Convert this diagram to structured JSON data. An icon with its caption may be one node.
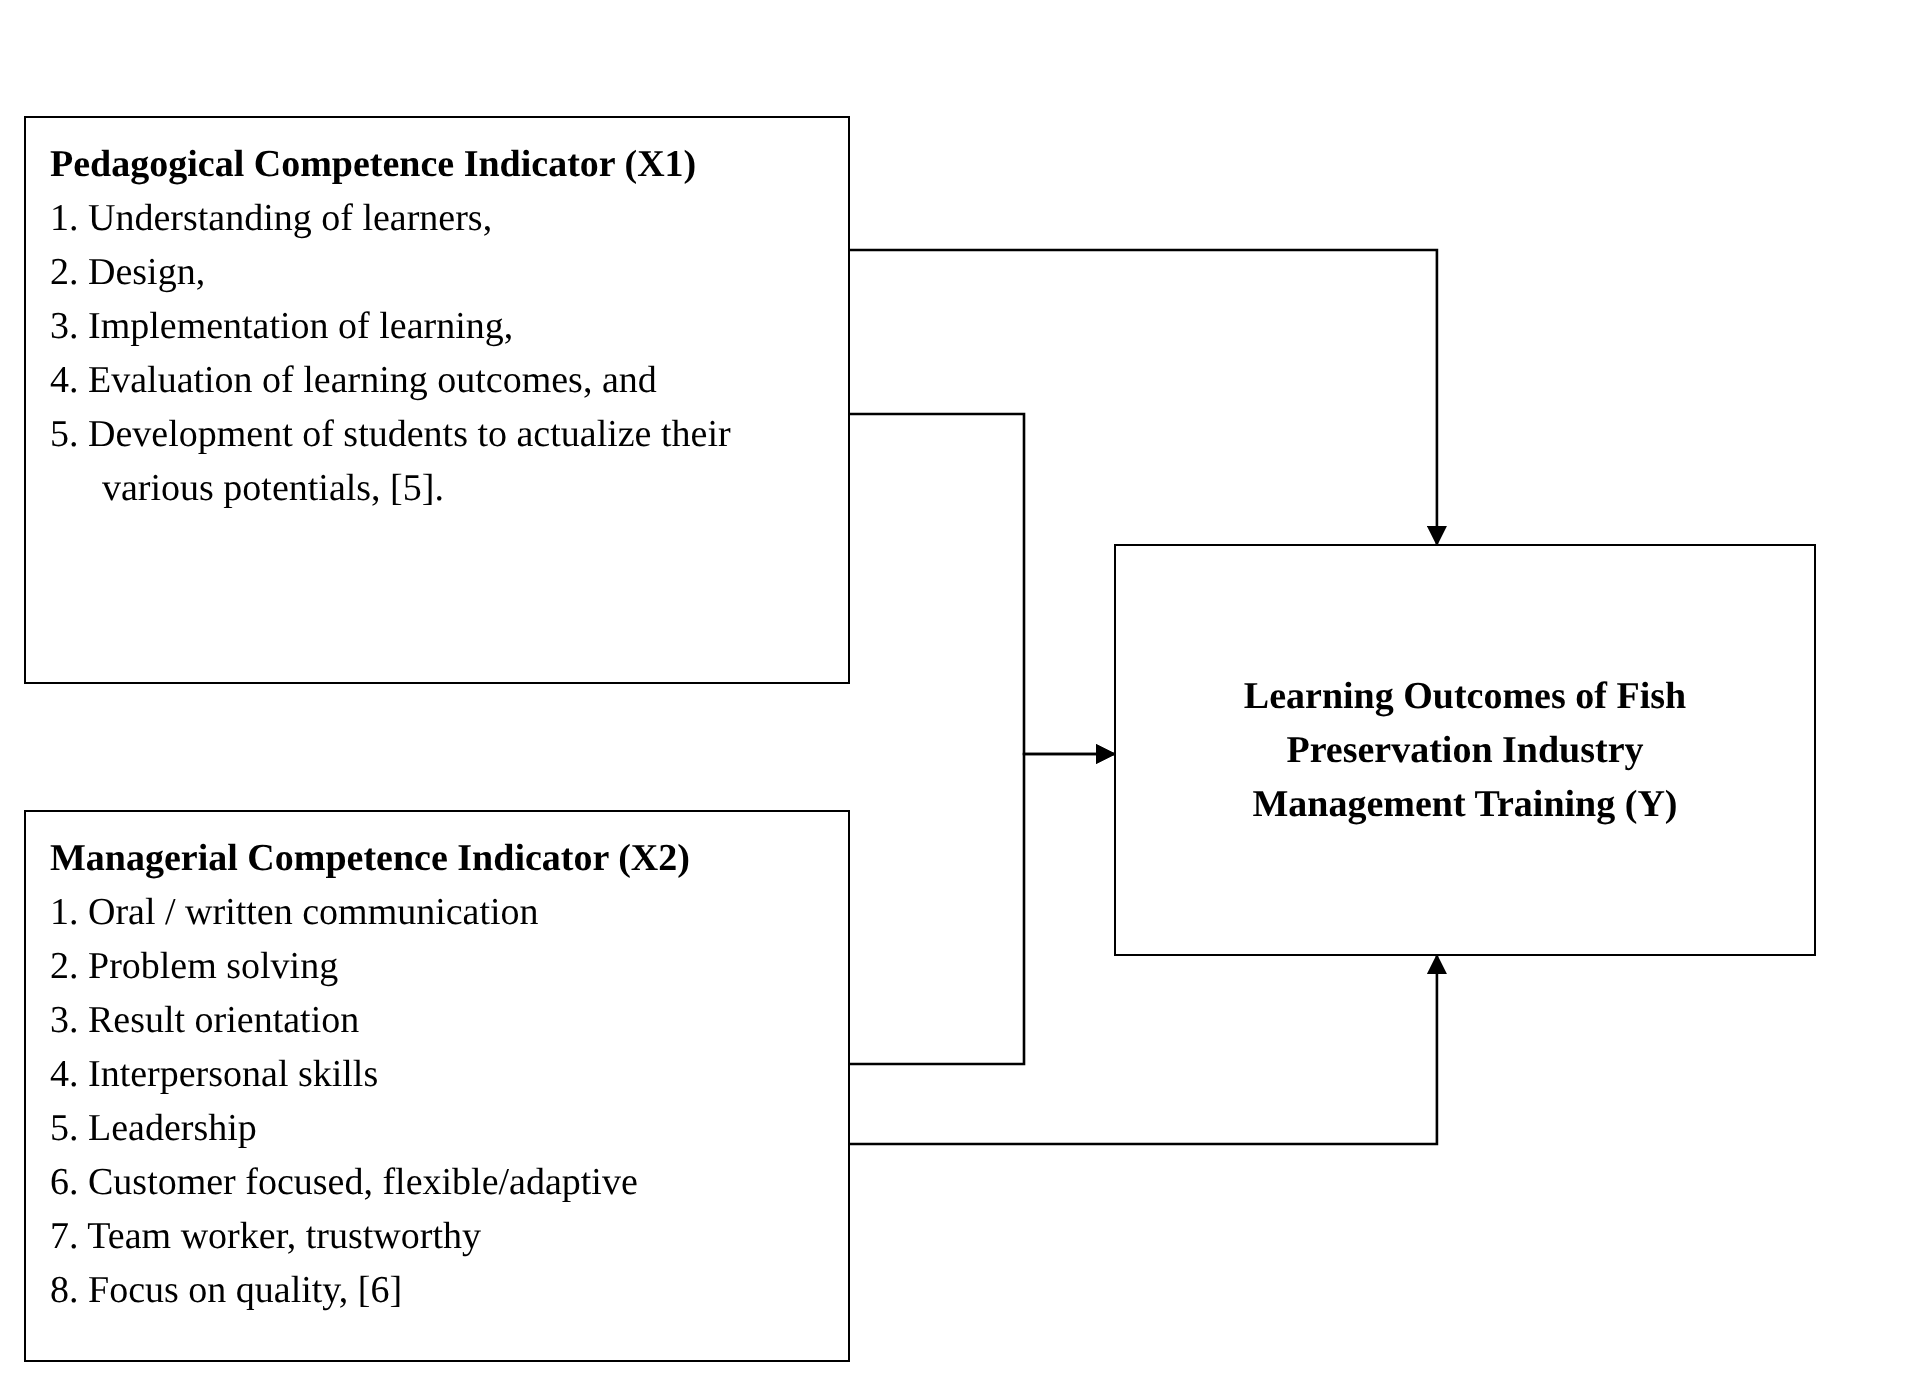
{
  "diagram": {
    "nodes": [
      {
        "text": [
          "Pedagogical Competence Indicator (X1)",
          "1.  Understanding of learners,",
          "2.  Design,",
          "3.  Implementation of learning,",
          "4.  Evaluation of learning outcomes, and",
          "5.  Development of students to actualize their various potentials, [5]."
        ]
      },
      {
        "text": [
          "Managerial Competence Indicator (X2)",
          "1.  Oral / written communication",
          "2.  Problem solving",
          "3.  Result orientation",
          "4.  Interpersonal skills",
          "5.  Leadership",
          "6.  Customer focused, flexible/adaptive",
          "7.  Team worker, trustworthy",
          "8.  Focus on quality, [6]"
        ]
      },
      {
        "text": [
          "Learning Outcomes of Fish Preservation Industry Management Training (Y)"
        ]
      }
    ],
    "edges": [
      {
        "from": 0,
        "to": 2,
        "arrow": "to"
      },
      {
        "from": 0,
        "to": 2,
        "arrow": "to"
      },
      {
        "from": 1,
        "to": 2,
        "arrow": "to"
      },
      {
        "from": 1,
        "to": 2,
        "arrow": "to"
      }
    ]
  }
}
